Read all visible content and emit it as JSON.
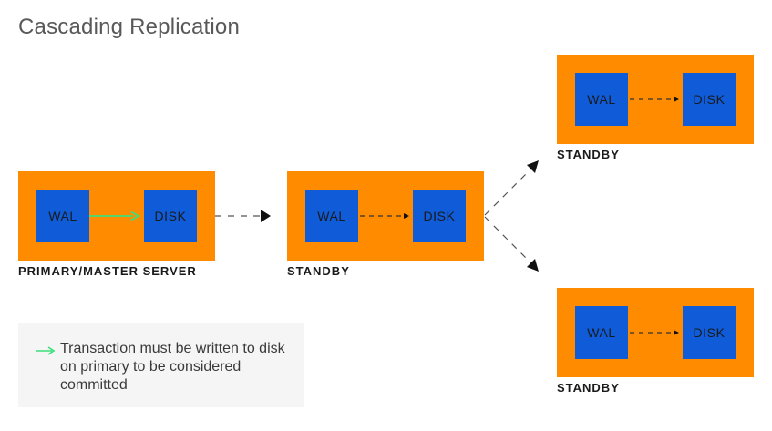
{
  "title": "Cascading Replication",
  "colors": {
    "server": "#ff8c00",
    "block": "#0f5bd8",
    "commit_arrow": "#3be07a",
    "dash_arrow": "#333333"
  },
  "servers": {
    "primary": {
      "label": "PRIMARY/MASTER SERVER",
      "wal": "WAL",
      "disk": "DISK"
    },
    "standby_middle": {
      "label": "STANDBY",
      "wal": "WAL",
      "disk": "DISK"
    },
    "standby_top": {
      "label": "STANDBY",
      "wal": "WAL",
      "disk": "DISK"
    },
    "standby_bottom": {
      "label": "STANDBY",
      "wal": "WAL",
      "disk": "DISK"
    }
  },
  "legend": {
    "icon": "green-arrow-icon",
    "text": "Transaction must be written to disk on primary to be considered committed"
  }
}
